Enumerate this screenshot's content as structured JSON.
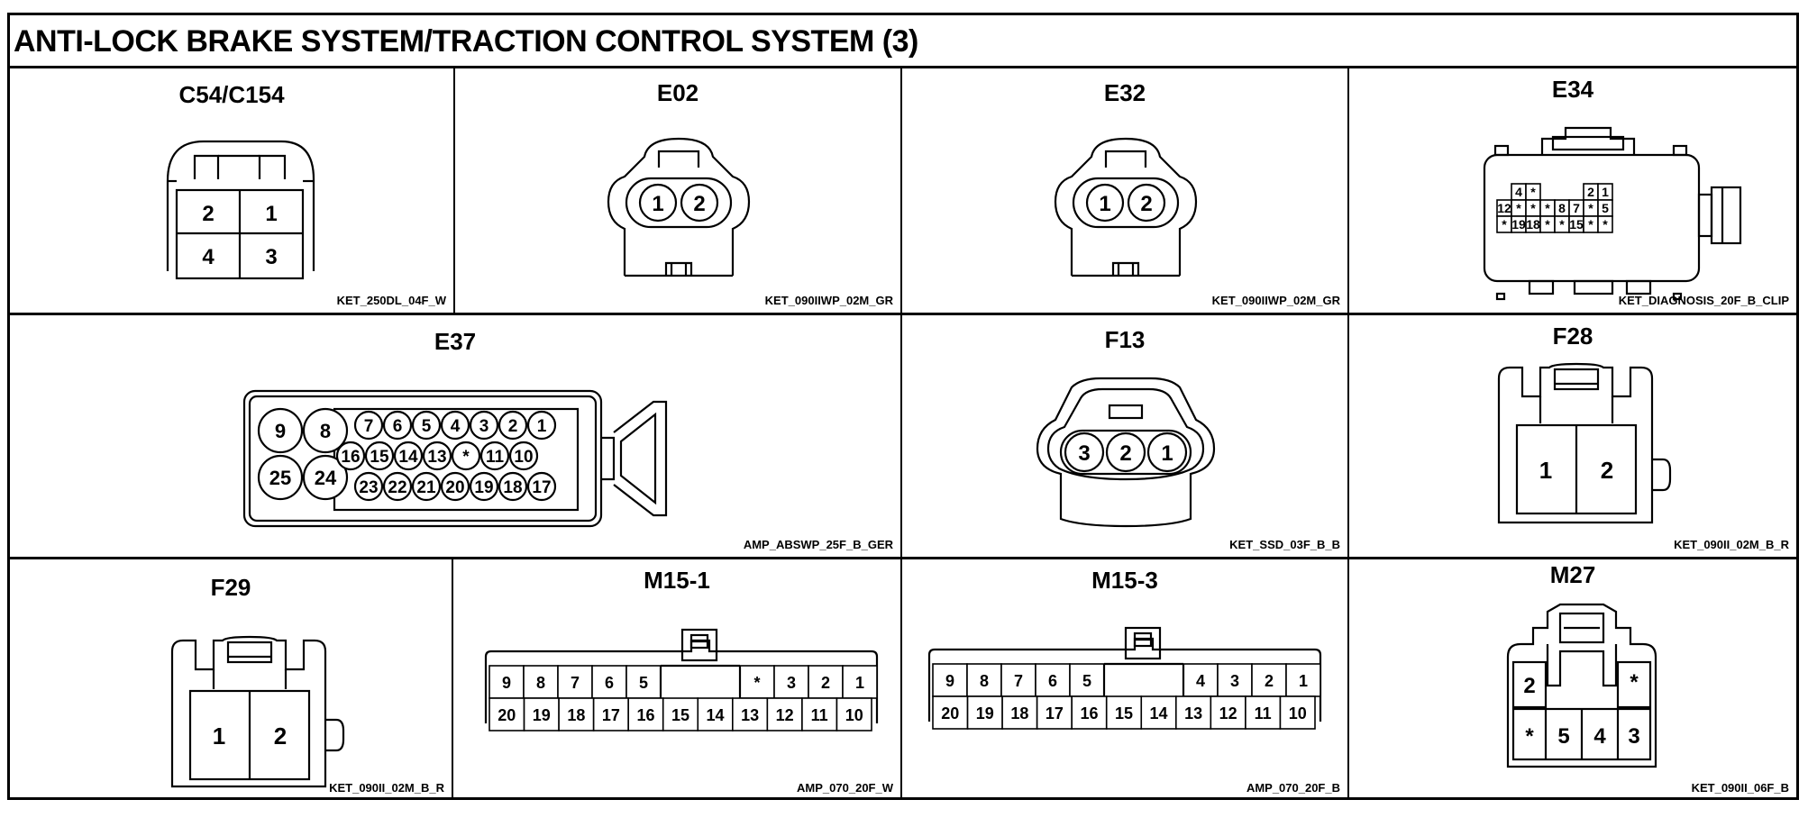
{
  "title": "ANTI-LOCK BRAKE SYSTEM/TRACTION CONTROL SYSTEM (3)",
  "connectors": {
    "c54": {
      "name": "C54/C154",
      "code": "KET_250DL_04F_W",
      "pins": [
        "2",
        "1",
        "4",
        "3"
      ]
    },
    "e02": {
      "name": "E02",
      "code": "KET_090IIWP_02M_GR",
      "pins": [
        "1",
        "2"
      ]
    },
    "e32": {
      "name": "E32",
      "code": "KET_090IIWP_02M_GR",
      "pins": [
        "1",
        "2"
      ]
    },
    "e34": {
      "name": "E34",
      "code": "KET_DIAGNOSIS_20F_B_CLIP",
      "row1": [
        "4",
        "*",
        "",
        "",
        "",
        "2",
        "1"
      ],
      "row2": [
        "12",
        "*",
        "*",
        "*",
        "8",
        "7",
        "*",
        "5"
      ],
      "row3": [
        "*",
        "19",
        "18",
        "*",
        "*",
        "15",
        "*",
        "*"
      ]
    },
    "e37": {
      "name": "E37",
      "code": "AMP_ABSWP_25F_B_GER",
      "big": [
        "9",
        "8",
        "25",
        "24"
      ],
      "row1": [
        "7",
        "6",
        "5",
        "4",
        "3",
        "2",
        "1"
      ],
      "row2": [
        "16",
        "15",
        "14",
        "13",
        "*",
        "11",
        "10"
      ],
      "row3": [
        "23",
        "22",
        "21",
        "20",
        "19",
        "18",
        "17"
      ]
    },
    "f13": {
      "name": "F13",
      "code": "KET_SSD_03F_B_B",
      "pins": [
        "3",
        "2",
        "1"
      ]
    },
    "f28": {
      "name": "F28",
      "code": "KET_090II_02M_B_R",
      "pins": [
        "1",
        "2"
      ]
    },
    "f29": {
      "name": "F29",
      "code": "KET_090II_02M_B_R",
      "pins": [
        "1",
        "2"
      ]
    },
    "m15_1": {
      "name": "M15-1",
      "code": "AMP_070_20F_W",
      "row1": [
        "9",
        "8",
        "7",
        "6",
        "5",
        "*",
        "3",
        "2",
        "1"
      ],
      "row2": [
        "20",
        "19",
        "18",
        "17",
        "16",
        "15",
        "14",
        "13",
        "12",
        "11",
        "10"
      ]
    },
    "m15_3": {
      "name": "M15-3",
      "code": "AMP_070_20F_B",
      "row1": [
        "9",
        "8",
        "7",
        "6",
        "5",
        "4",
        "3",
        "2",
        "1"
      ],
      "row2": [
        "20",
        "19",
        "18",
        "17",
        "16",
        "15",
        "14",
        "13",
        "12",
        "11",
        "10"
      ]
    },
    "m27": {
      "name": "M27",
      "code": "KET_090II_06F_B",
      "pins": [
        "2",
        "*",
        "*",
        "5",
        "4",
        "3"
      ]
    }
  }
}
